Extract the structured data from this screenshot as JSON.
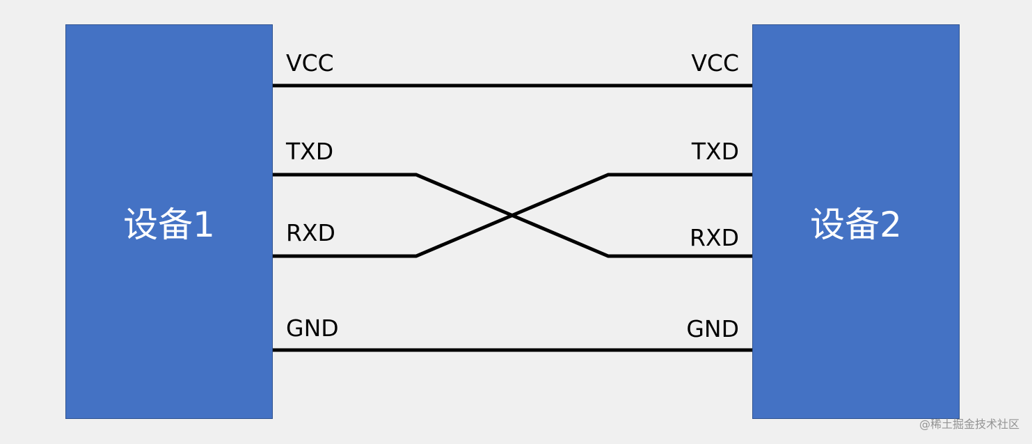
{
  "device_left": {
    "label": "设备1",
    "color": "#4472c4"
  },
  "device_right": {
    "label": "设备2",
    "color": "#4472c4"
  },
  "pins_left": {
    "vcc": "VCC",
    "txd": "TXD",
    "rxd": "RXD",
    "gnd": "GND"
  },
  "pins_right": {
    "vcc": "VCC",
    "txd": "TXD",
    "rxd": "RXD",
    "gnd": "GND"
  },
  "connections": [
    {
      "from": "VCC",
      "to": "VCC"
    },
    {
      "from": "TXD",
      "to": "RXD"
    },
    {
      "from": "RXD",
      "to": "TXD"
    },
    {
      "from": "GND",
      "to": "GND"
    }
  ],
  "watermark": "@稀土掘金技术社区"
}
